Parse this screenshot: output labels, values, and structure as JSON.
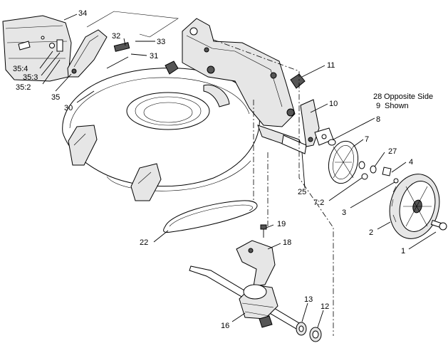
{
  "labels": {
    "l1": "1",
    "l2": "2",
    "l3": "3",
    "l4": "4",
    "l7": "7",
    "l72": "7:2",
    "l8": "8",
    "l9": "9",
    "l9note": "Shown",
    "l10": "10",
    "l11": "11",
    "l12": "12",
    "l13": "13",
    "l16": "16",
    "l18": "18",
    "l19": "19",
    "l22": "22",
    "l25": "25",
    "l27": "27",
    "l28": "28",
    "l28note": "Opposite Side",
    "l30": "30",
    "l31": "31",
    "l32": "32",
    "l33": "33",
    "l34": "34",
    "l35": "35",
    "l352": "35:2",
    "l353": "35:3",
    "l354": "35:4"
  }
}
